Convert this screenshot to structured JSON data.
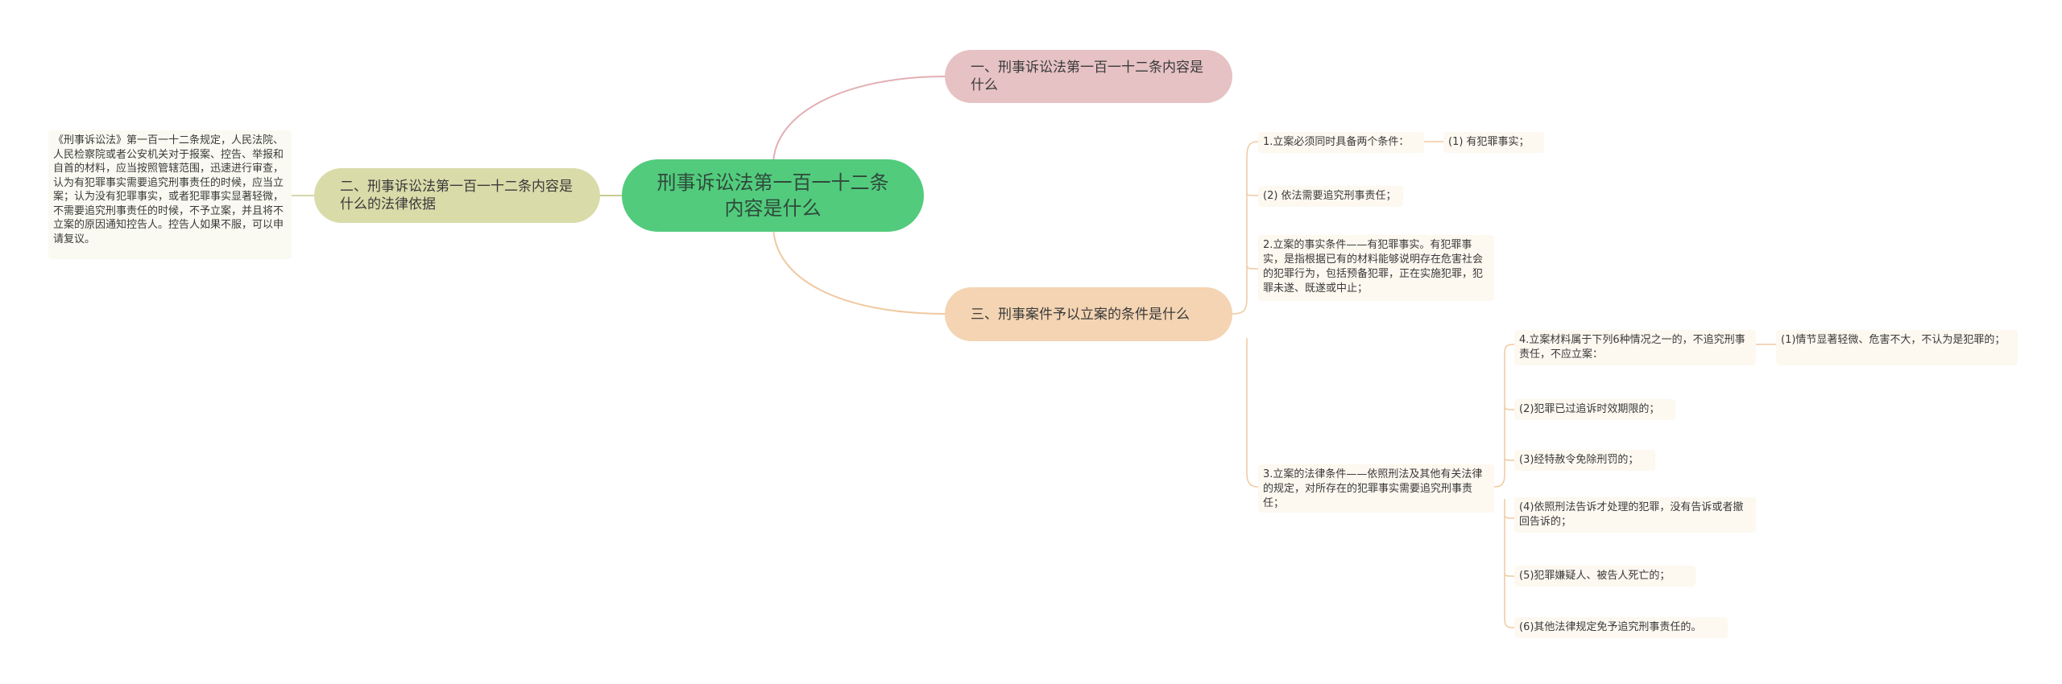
{
  "root": {
    "label": "刑事诉讼法第一百一十二条内容是什么"
  },
  "branch1": {
    "label": "一、刑事诉讼法第一百一十二条内容是什么"
  },
  "branch2": {
    "label": "二、刑事诉讼法第一百一十二条内容是什么的法律依据",
    "leaf": "《刑事诉讼法》第一百一十二条规定，人民法院、人民检察院或者公安机关对于报案、控告、举报和自首的材料，应当按照管辖范围，迅速进行审查，认为有犯罪事实需要追究刑事责任的时候，应当立案；认为没有犯罪事实，或者犯罪事实显著轻微，不需要追究刑事责任的时候，不予立案，并且将不立案的原因通知控告人。控告人如果不服，可以申请复议。"
  },
  "branch3": {
    "label": "三、刑事案件予以立案的条件是什么",
    "items": {
      "c1": "1.立案必须同时具备两个条件：",
      "c1a": "(1) 有犯罪事实；",
      "c2": "(2) 依法需要追究刑事责任；",
      "c3": "2.立案的事实条件——有犯罪事实。有犯罪事实，是指根据已有的材料能够说明存在危害社会的犯罪行为，包括预备犯罪，正在实施犯罪，犯罪未遂、既遂或中止；",
      "c4": "3.立案的法律条件——依照刑法及其他有关法律的规定，对所存在的犯罪事实需要追究刑事责任；",
      "d1": "4.立案材料属于下列6种情况之一的，不追究刑事责任，不应立案：",
      "d1a": "(1)情节显著轻微、危害不大，不认为是犯罪的；",
      "d2": "(2)犯罪已过追诉时效期限的；",
      "d3": "(3)经特赦令免除刑罚的；",
      "d4": "(4)依照刑法告诉才处理的犯罪，没有告诉或者撤回告诉的；",
      "d5": "(5)犯罪嫌疑人、被告人死亡的；",
      "d6": "(6)其他法律规定免予追究刑事责任的。"
    }
  },
  "colors": {
    "root": "#52cb7d",
    "branch1": "#e6c2c4",
    "branch2": "#d9dba9",
    "branch3": "#f4d4b2",
    "link1": "#e3aeb3",
    "link2": "#c9cc8e",
    "link3": "#efc9a0"
  }
}
